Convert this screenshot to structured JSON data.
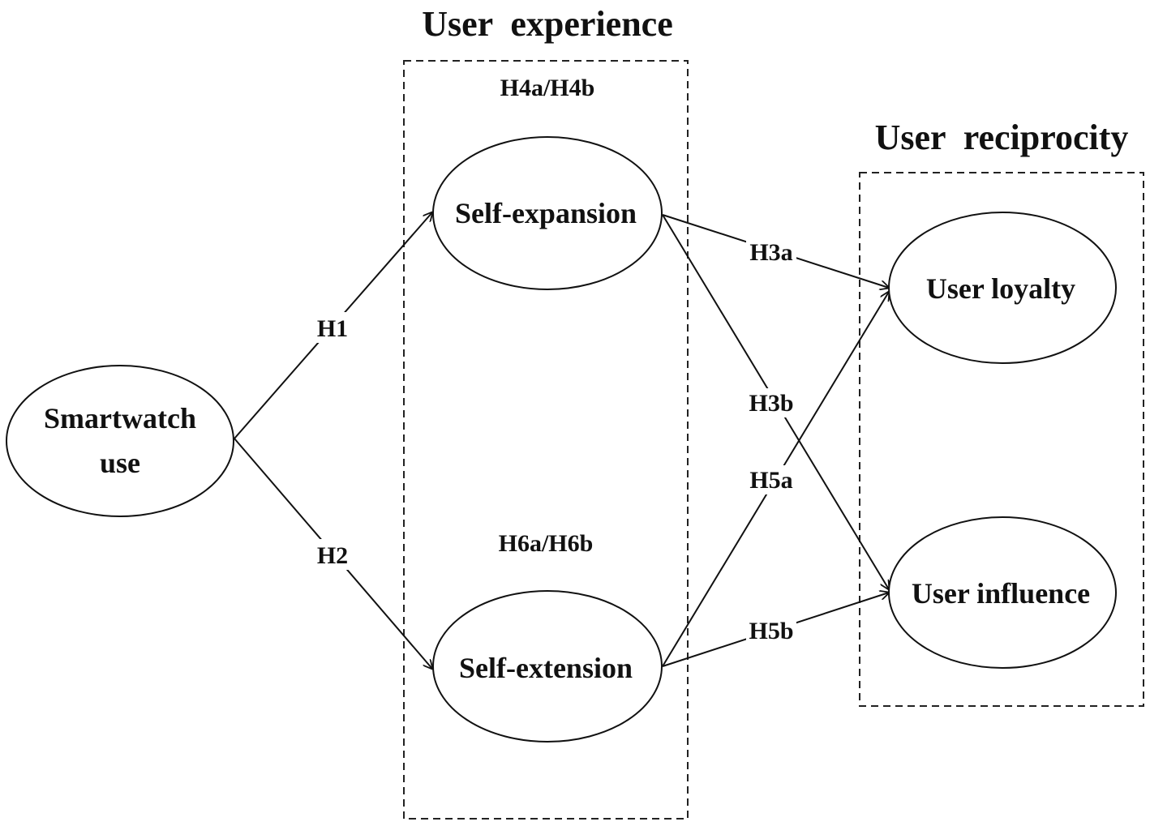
{
  "groups": {
    "user_experience": {
      "title": "User  experience"
    },
    "user_reciprocity": {
      "title": "User  reciprocity"
    }
  },
  "nodes": {
    "smartwatch_use": {
      "line1": "Smartwatch",
      "line2": "use"
    },
    "self_expansion": {
      "label": "Self-expansion"
    },
    "self_extension": {
      "label": "Self-extension"
    },
    "user_loyalty": {
      "label": "User loyalty"
    },
    "user_influence": {
      "label": "User influence"
    }
  },
  "hypotheses": {
    "h1": "H1",
    "h2": "H2",
    "h3a": "H3a",
    "h3b": "H3b",
    "h4": "H4a/H4b",
    "h5a": "H5a",
    "h5b": "H5b",
    "h6": "H6a/H6b"
  },
  "colors": {
    "ink": "#111111",
    "background": "#ffffff"
  }
}
